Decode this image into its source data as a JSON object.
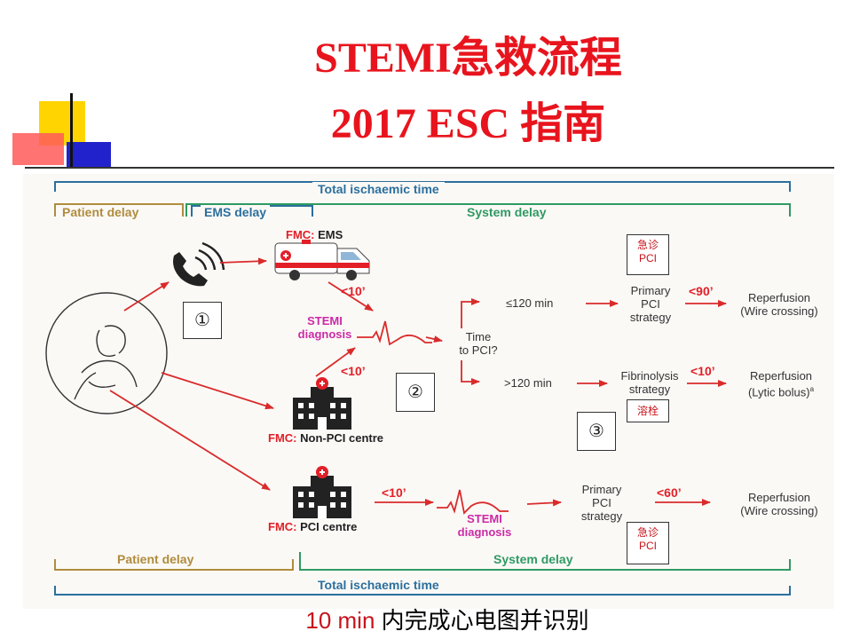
{
  "title": {
    "line1": "STEMI急救流程",
    "line2": "2017  ESC 指南"
  },
  "timeline_top": {
    "total": "Total ischaemic time",
    "patient_delay": "Patient delay",
    "ems_delay": "EMS delay",
    "system_delay": "System delay"
  },
  "timeline_bottom": {
    "patient_delay": "Patient delay",
    "system_delay": "System delay",
    "total": "Total ischaemic time"
  },
  "nodes": {
    "fmc_ems_prefix": "FMC:",
    "fmc_ems_suffix": " EMS",
    "stemi_diag_1": "STEMI",
    "stemi_diag_2": "diagnosis",
    "time_to_pci_1": "Time",
    "time_to_pci_2": "to PCI?",
    "le120": "≤120 min",
    "gt120": ">120 min",
    "primary_pci_1": "Primary",
    "primary_pci_2": "PCI",
    "primary_pci_3": "strategy",
    "reperf_wire_1": "Reperfusion",
    "reperf_wire_2": "(Wire crossing)",
    "fibrinolysis_1": "Fibrinolysis",
    "fibrinolysis_2": "strategy",
    "reperf_lytic_1": "Reperfusion",
    "reperf_lytic_2": "(Lytic bolus)",
    "reperf_lytic_sup": "a",
    "fmc_nonpci_prefix": "FMC:",
    "fmc_nonpci_suffix": " Non-PCI centre",
    "fmc_pci_prefix": "FMC:",
    "fmc_pci_suffix": " PCI centre",
    "stemi_diag_b1": "STEMI",
    "stemi_diag_b2": "diagnosis",
    "primary_pci_b1": "Primary",
    "primary_pci_b2": "PCI",
    "primary_pci_b3": "strategy",
    "reperf_wire_b1": "Reperfusion",
    "reperf_wire_b2": "(Wire crossing)"
  },
  "times": {
    "t_ems": "<10’",
    "t_nonpci": "<10’",
    "t_90": "<90’",
    "t_10_lytic": "<10’",
    "t_10_pci": "<10’",
    "t_60": "<60’"
  },
  "annotations": {
    "urgent1_a": "急诊",
    "urgent1_b": "PCI",
    "thrombolysis": "溶栓",
    "urgent2_a": "急诊",
    "urgent2_b": "PCI",
    "circle1": "①",
    "circle2": "②",
    "circle3": "③"
  },
  "footer": {
    "prefix": "10 min",
    "suffix": " 内完成心电图并识别"
  },
  "colors": {
    "title": "#e8141d",
    "arrow": "#d92b2b",
    "patient_delay": "#b08c3e",
    "ems_delay": "#2b6f9e",
    "system_delay": "#2f9a63",
    "diagnosis": "#cc2aa5"
  }
}
